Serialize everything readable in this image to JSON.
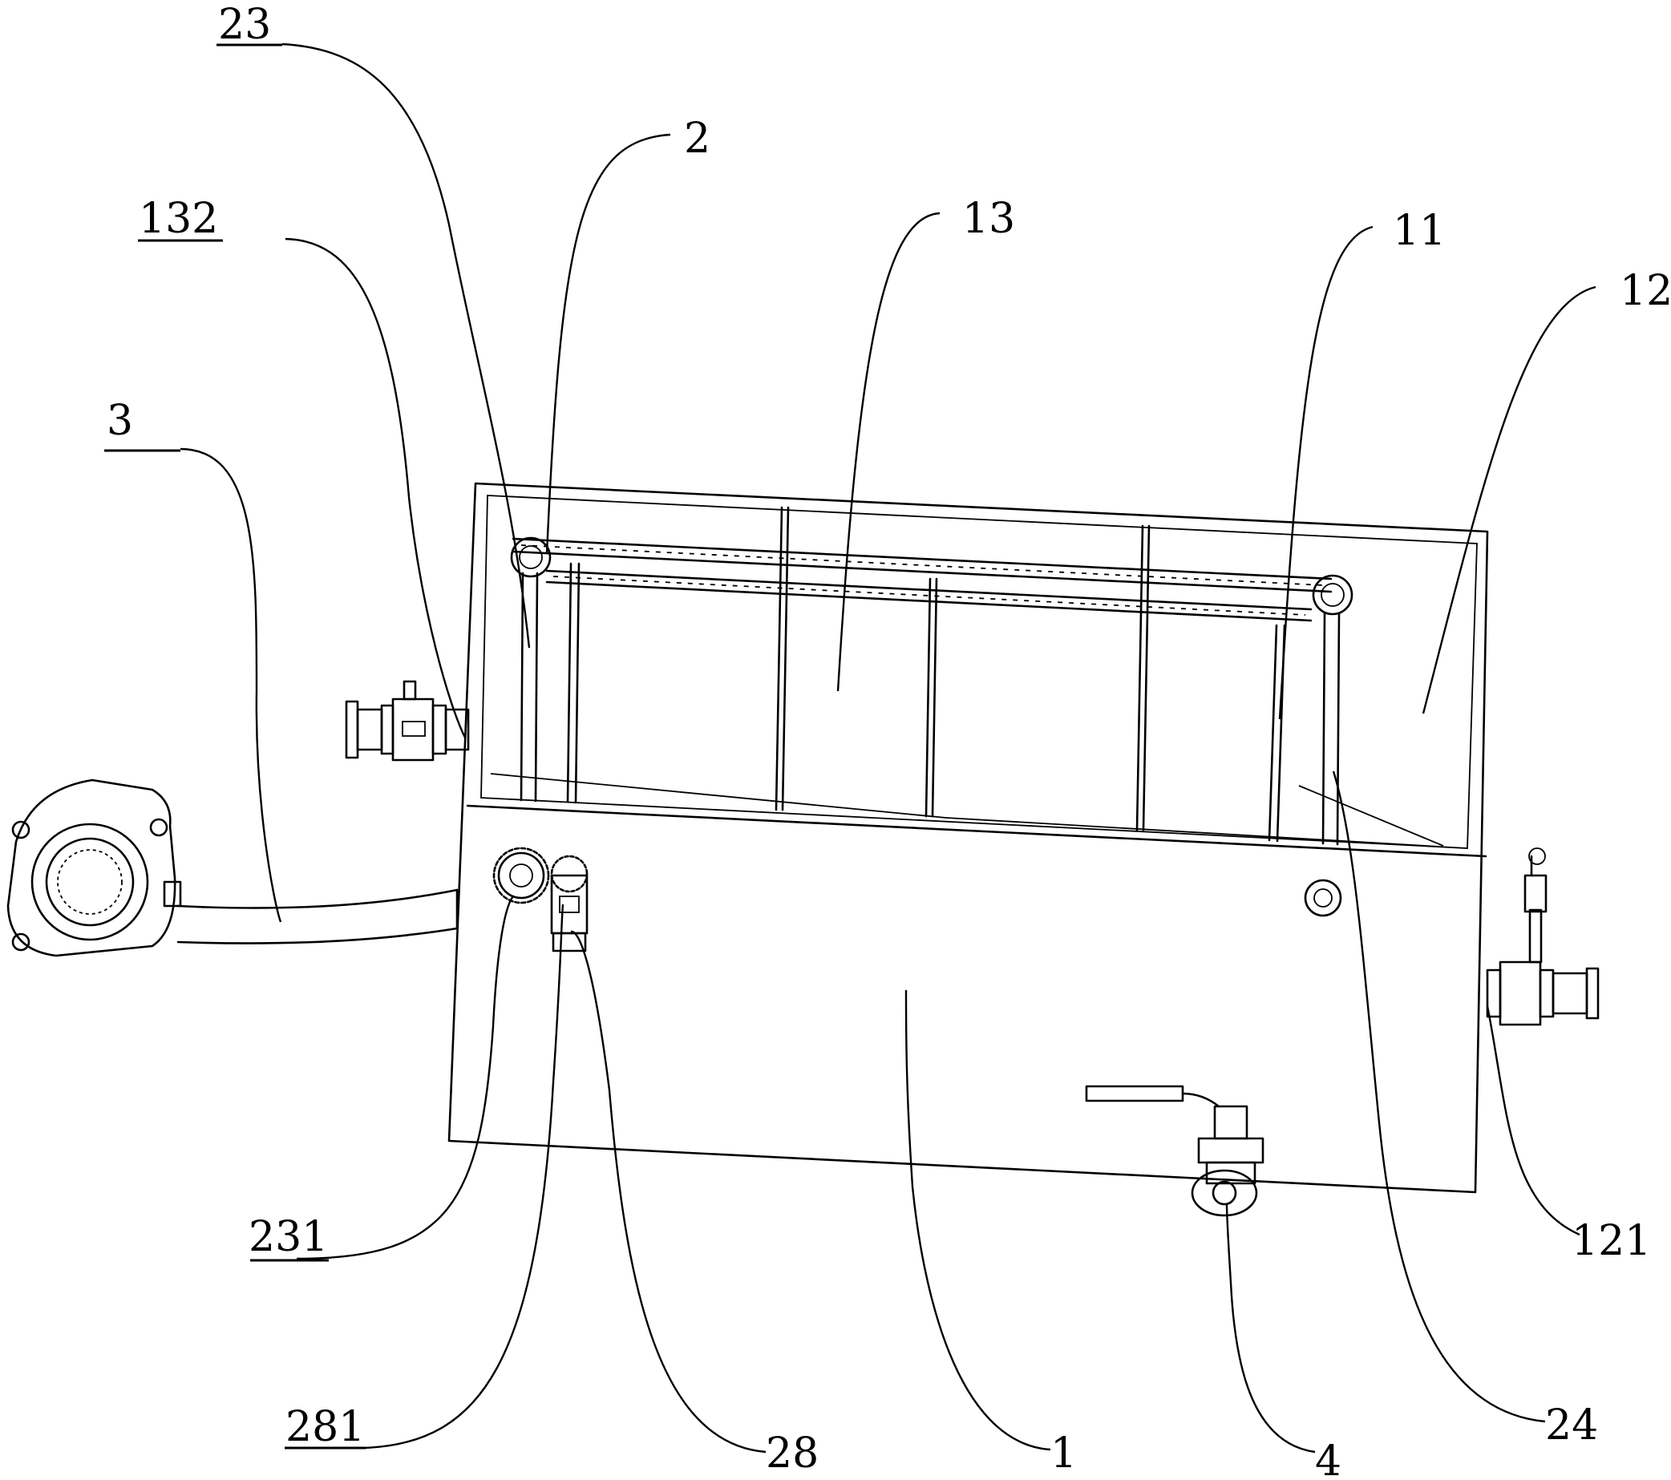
{
  "labels": {
    "l23": "23",
    "l2": "2",
    "l132": "132",
    "l13": "13",
    "l11": "11",
    "l12": "12",
    "l3": "3",
    "l231": "231",
    "l121": "121",
    "l281": "281",
    "l28": "28",
    "l1": "1",
    "l4": "4",
    "l24": "24"
  }
}
